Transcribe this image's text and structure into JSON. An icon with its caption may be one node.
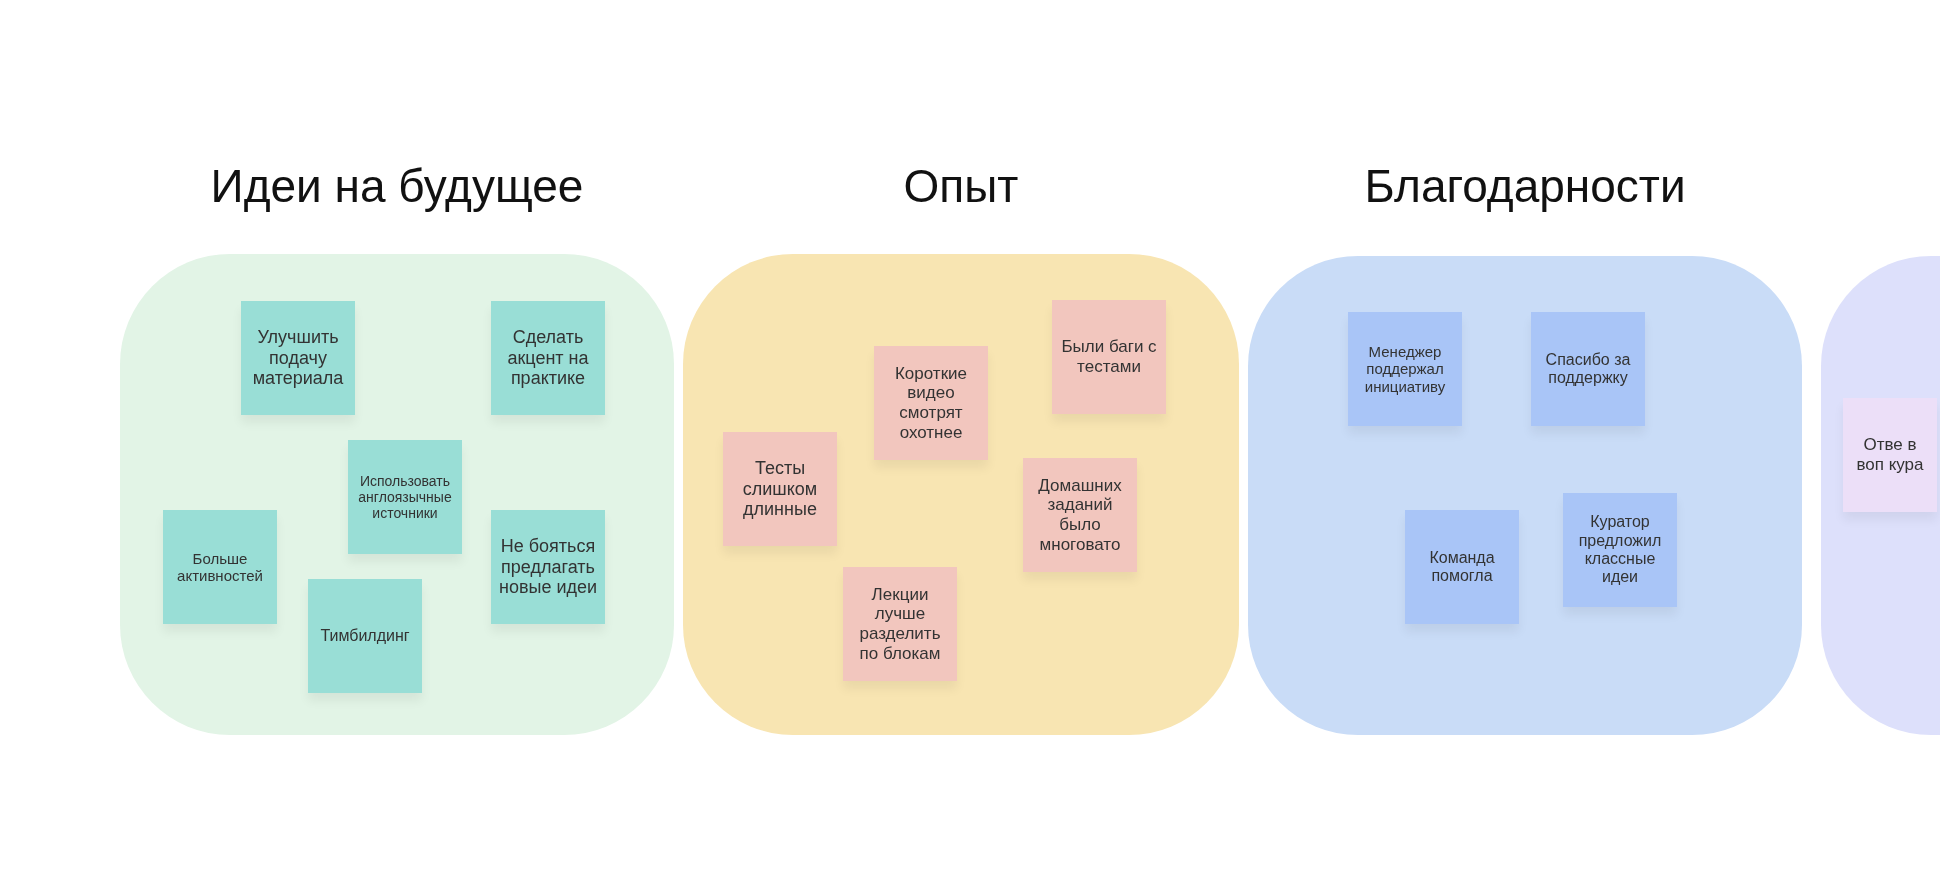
{
  "diagram": {
    "nodes": [
      {
        "text": [
          "Идеи на будущее"
        ]
      },
      {
        "text": [
          "Улучшить подачу материала"
        ],
        "in": 0
      },
      {
        "text": [
          "Сделать акцент на практике"
        ],
        "in": 0
      },
      {
        "text": [
          "Использовать англоязычные источники"
        ],
        "in": 0
      },
      {
        "text": [
          "Больше активностей"
        ],
        "in": 0
      },
      {
        "text": [
          "Не бояться предлагать новые идеи"
        ],
        "in": 0
      },
      {
        "text": [
          "Тимбилдинг"
        ],
        "in": 0
      },
      {
        "text": [
          "Опыт"
        ]
      },
      {
        "text": [
          "Были баги с тестами"
        ],
        "in": 7
      },
      {
        "text": [
          "Короткие видео смотрят охотнее"
        ],
        "in": 7
      },
      {
        "text": [
          "Тесты слишком длинные"
        ],
        "in": 7
      },
      {
        "text": [
          "Домашних заданий было многовато"
        ],
        "in": 7
      },
      {
        "text": [
          "Лекции лучше разделить по блокам"
        ],
        "in": 7
      },
      {
        "text": [
          "Благодарности"
        ]
      },
      {
        "text": [
          "Менеджер поддержал инициативу"
        ],
        "in": 13
      },
      {
        "text": [
          "Спасибо за поддержку"
        ],
        "in": 13
      },
      {
        "text": [
          "Куратор предложил классные идеи"
        ],
        "in": 13
      },
      {
        "text": [
          "Команда помогла"
        ],
        "in": 13
      },
      {
        "text": [],
        "shape": "box"
      },
      {
        "text": [
          "Отве в воп кура"
        ],
        "in": 18
      }
    ],
    "edges": []
  }
}
